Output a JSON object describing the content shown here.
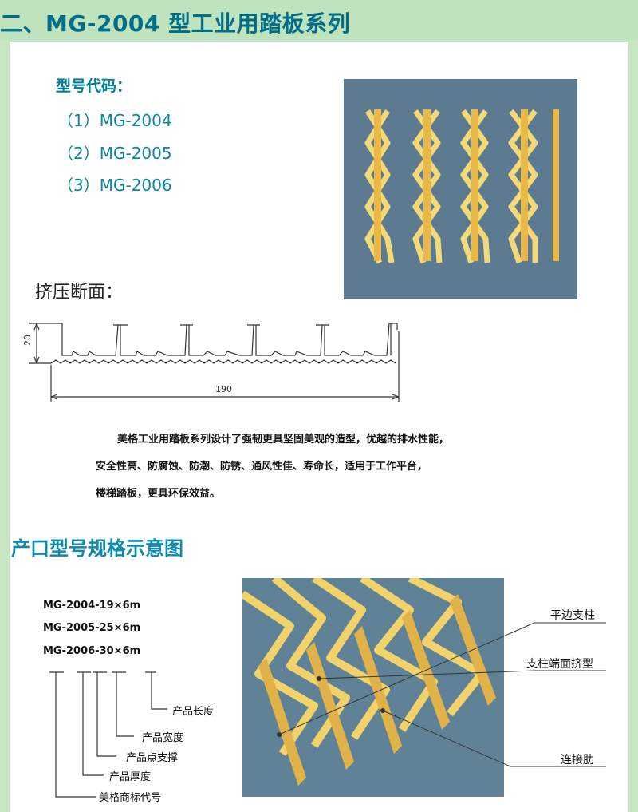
{
  "page_title": "二、MG-2004 型工业用踏板系列",
  "model_codes": {
    "title": "型号代码：",
    "items": [
      "（1）MG-2004",
      "（2）MG-2005",
      "（3）MG-2006"
    ]
  },
  "extrusion": {
    "title": "挤压断面：",
    "height_label": "20",
    "width_label": "190"
  },
  "description": [
    "美格工业用踏板系列设计了强韧更具坚固美观的造型，优越的排水性能，",
    "安全性高、防腐蚀、防潮、防锈、通风性佳、寿命长，适用于工作平台，",
    "楼梯踏板，更具环保效益。"
  ],
  "spec": {
    "title": "产口型号规格示意图",
    "models": [
      "MG-2004-19×6m",
      "MG-2005-25×6m",
      "MG-2006-30×6m"
    ],
    "tree_labels": [
      "产品长度",
      "产品宽度",
      "产品点支撑",
      "产品厚度",
      "美格商标代号"
    ],
    "callouts": [
      "平边支柱",
      "支柱端面挤型",
      "连接肋"
    ]
  },
  "colors": {
    "title": "#006e8a",
    "accent": "#0b8bb0",
    "band": "#bfe3bc",
    "photo_bg": "#5c7b90",
    "metal": "#e9c35a"
  }
}
